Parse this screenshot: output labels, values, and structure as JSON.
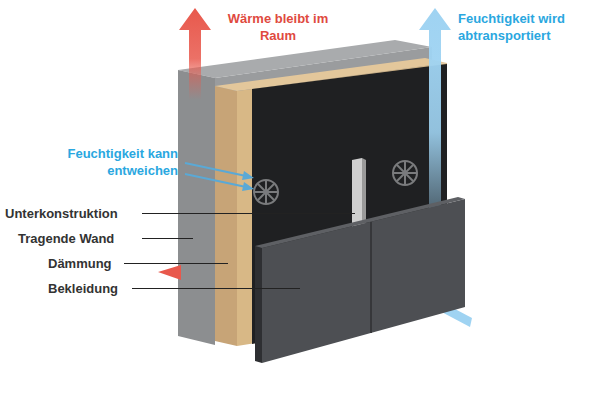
{
  "diagram": {
    "labels": [
      "Wärme bleibt im Raum",
      "Feuchtigkeit wird abtransportiert",
      "Feuchtigkeit kann entweichen",
      "Unterkonstruktion",
      "Tragende Wand",
      "Dämmung",
      "Bekleidung"
    ]
  }
}
